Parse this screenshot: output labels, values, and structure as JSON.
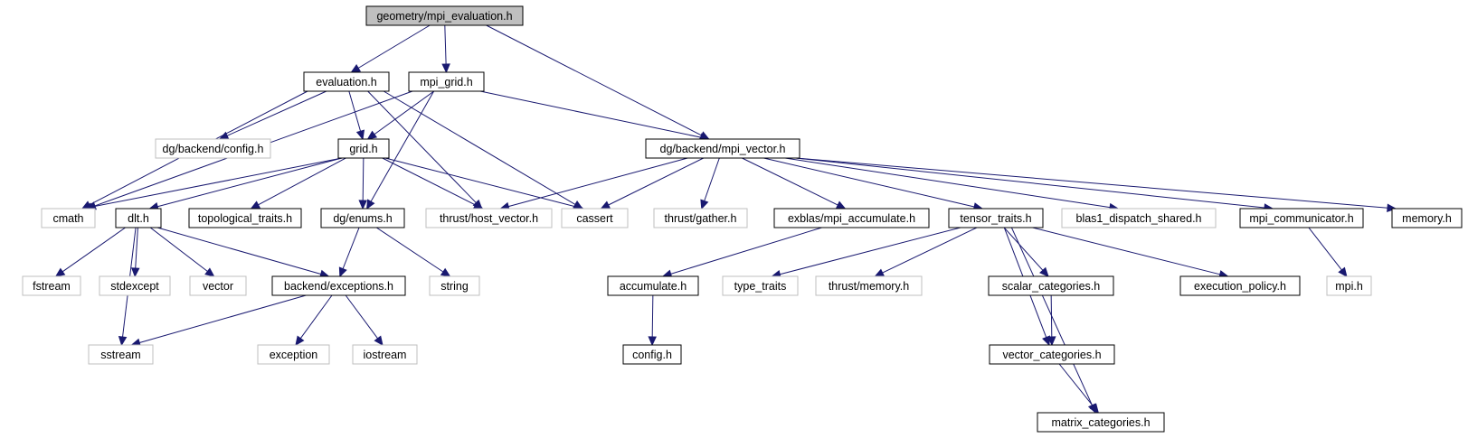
{
  "title": "geometry/mpi_evaluation.h",
  "colors": {
    "root_fill": "#bfbfbf",
    "documented_border": "#000000",
    "external_border": "#bfbfbf",
    "external_text": "#595959",
    "edge": "#191970"
  },
  "nodes": [
    {
      "id": "root",
      "label": "geometry/mpi_evaluation.h",
      "kind": "root"
    },
    {
      "id": "evaluation",
      "label": "evaluation.h",
      "kind": "documented"
    },
    {
      "id": "mpi_grid",
      "label": "mpi_grid.h",
      "kind": "documented"
    },
    {
      "id": "config_dg",
      "label": "dg/backend/config.h",
      "kind": "external"
    },
    {
      "id": "grid",
      "label": "grid.h",
      "kind": "documented"
    },
    {
      "id": "mpi_vector",
      "label": "dg/backend/mpi_vector.h",
      "kind": "documented"
    },
    {
      "id": "cmath",
      "label": "cmath",
      "kind": "external"
    },
    {
      "id": "dlt",
      "label": "dlt.h",
      "kind": "documented"
    },
    {
      "id": "topo",
      "label": "topological_traits.h",
      "kind": "documented"
    },
    {
      "id": "enums",
      "label": "dg/enums.h",
      "kind": "documented"
    },
    {
      "id": "host_vector",
      "label": "thrust/host_vector.h",
      "kind": "external"
    },
    {
      "id": "cassert",
      "label": "cassert",
      "kind": "external"
    },
    {
      "id": "gather",
      "label": "thrust/gather.h",
      "kind": "external"
    },
    {
      "id": "exblas_acc",
      "label": "exblas/mpi_accumulate.h",
      "kind": "documented"
    },
    {
      "id": "tensor_traits",
      "label": "tensor_traits.h",
      "kind": "documented"
    },
    {
      "id": "blas1",
      "label": "blas1_dispatch_shared.h",
      "kind": "external"
    },
    {
      "id": "mpi_comm",
      "label": "mpi_communicator.h",
      "kind": "documented"
    },
    {
      "id": "memory",
      "label": "memory.h",
      "kind": "documented"
    },
    {
      "id": "fstream",
      "label": "fstream",
      "kind": "external"
    },
    {
      "id": "stdexcept",
      "label": "stdexcept",
      "kind": "external"
    },
    {
      "id": "vector",
      "label": "vector",
      "kind": "external"
    },
    {
      "id": "backend_exc",
      "label": "backend/exceptions.h",
      "kind": "documented"
    },
    {
      "id": "string",
      "label": "string",
      "kind": "external"
    },
    {
      "id": "accumulate",
      "label": "accumulate.h",
      "kind": "documented"
    },
    {
      "id": "type_traits",
      "label": "type_traits",
      "kind": "external"
    },
    {
      "id": "thrust_memory",
      "label": "thrust/memory.h",
      "kind": "external"
    },
    {
      "id": "scalar_cat",
      "label": "scalar_categories.h",
      "kind": "documented"
    },
    {
      "id": "exec_policy",
      "label": "execution_policy.h",
      "kind": "documented"
    },
    {
      "id": "mpi_h",
      "label": "mpi.h",
      "kind": "external"
    },
    {
      "id": "sstream",
      "label": "sstream",
      "kind": "external"
    },
    {
      "id": "exception",
      "label": "exception",
      "kind": "external"
    },
    {
      "id": "iostream",
      "label": "iostream",
      "kind": "external"
    },
    {
      "id": "config_h",
      "label": "config.h",
      "kind": "documented"
    },
    {
      "id": "vector_cat",
      "label": "vector_categories.h",
      "kind": "documented"
    },
    {
      "id": "matrix_cat",
      "label": "matrix_categories.h",
      "kind": "documented"
    }
  ],
  "edges": [
    [
      "root",
      "evaluation"
    ],
    [
      "root",
      "mpi_grid"
    ],
    [
      "root",
      "mpi_vector"
    ],
    [
      "evaluation",
      "config_dg"
    ],
    [
      "evaluation",
      "grid"
    ],
    [
      "evaluation",
      "cmath"
    ],
    [
      "evaluation",
      "host_vector"
    ],
    [
      "evaluation",
      "cassert"
    ],
    [
      "mpi_grid",
      "grid"
    ],
    [
      "mpi_grid",
      "mpi_vector"
    ],
    [
      "mpi_grid",
      "cmath"
    ],
    [
      "mpi_grid",
      "enums"
    ],
    [
      "grid",
      "cmath"
    ],
    [
      "grid",
      "dlt"
    ],
    [
      "grid",
      "topo"
    ],
    [
      "grid",
      "enums"
    ],
    [
      "grid",
      "host_vector"
    ],
    [
      "grid",
      "cassert"
    ],
    [
      "mpi_vector",
      "host_vector"
    ],
    [
      "mpi_vector",
      "cassert"
    ],
    [
      "mpi_vector",
      "gather"
    ],
    [
      "mpi_vector",
      "exblas_acc"
    ],
    [
      "mpi_vector",
      "tensor_traits"
    ],
    [
      "mpi_vector",
      "blas1"
    ],
    [
      "mpi_vector",
      "mpi_comm"
    ],
    [
      "mpi_vector",
      "memory"
    ],
    [
      "dlt",
      "fstream"
    ],
    [
      "dlt",
      "stdexcept"
    ],
    [
      "dlt",
      "vector"
    ],
    [
      "dlt",
      "backend_exc"
    ],
    [
      "dlt",
      "sstream"
    ],
    [
      "enums",
      "backend_exc"
    ],
    [
      "enums",
      "string"
    ],
    [
      "backend_exc",
      "sstream"
    ],
    [
      "backend_exc",
      "exception"
    ],
    [
      "backend_exc",
      "iostream"
    ],
    [
      "exblas_acc",
      "accumulate"
    ],
    [
      "accumulate",
      "config_h"
    ],
    [
      "tensor_traits",
      "type_traits"
    ],
    [
      "tensor_traits",
      "thrust_memory"
    ],
    [
      "tensor_traits",
      "scalar_cat"
    ],
    [
      "tensor_traits",
      "exec_policy"
    ],
    [
      "tensor_traits",
      "vector_cat"
    ],
    [
      "tensor_traits",
      "matrix_cat"
    ],
    [
      "scalar_cat",
      "vector_cat"
    ],
    [
      "vector_cat",
      "matrix_cat"
    ],
    [
      "mpi_comm",
      "mpi_h"
    ]
  ]
}
